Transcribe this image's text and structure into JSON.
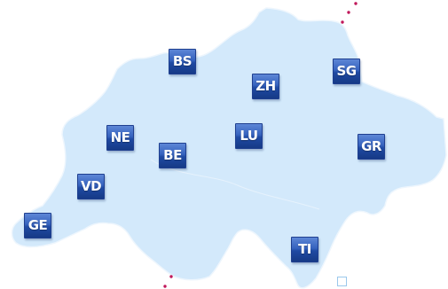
{
  "map": {
    "land_color": "#d3e9fb",
    "border_color": "#eef6fd",
    "marker_color": "#c0185a",
    "badge_color": "#2452ad"
  },
  "cantons": [
    {
      "code": "BS"
    },
    {
      "code": "ZH"
    },
    {
      "code": "SG"
    },
    {
      "code": "NE"
    },
    {
      "code": "LU"
    },
    {
      "code": "BE"
    },
    {
      "code": "GR"
    },
    {
      "code": "VD"
    },
    {
      "code": "GE"
    },
    {
      "code": "TI"
    }
  ]
}
